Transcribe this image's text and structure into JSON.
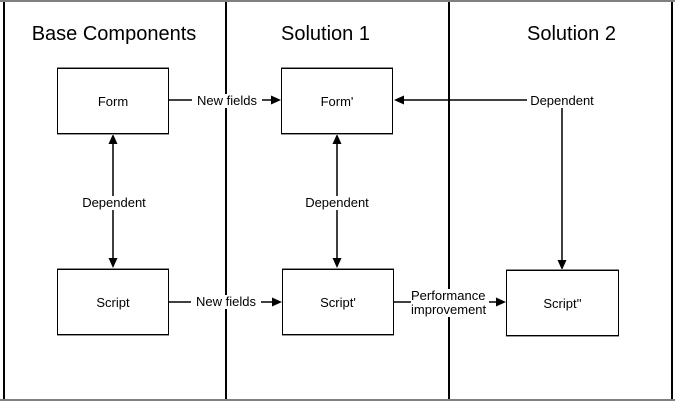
{
  "diagram": {
    "columns": [
      {
        "title": "Base Components"
      },
      {
        "title": "Solution 1"
      },
      {
        "title": "Solution 2"
      }
    ],
    "boxes": [
      {
        "label": "Form"
      },
      {
        "label": "Form'"
      },
      {
        "label": "Script"
      },
      {
        "label": "Script'"
      },
      {
        "label": "Script''"
      }
    ],
    "edges": {
      "form_to_form_prime": "New fields",
      "script_to_script_prime": "New fields",
      "form_script_dependency": "Dependent",
      "form_prime_script_prime_dependency": "Dependent",
      "script_dprime_to_form_prime": "Dependent",
      "script_prime_to_script_dprime": "Performance improvement"
    },
    "colors": {
      "line": "#000000",
      "frame_accent": "#808080",
      "background": "#ffffff"
    }
  }
}
